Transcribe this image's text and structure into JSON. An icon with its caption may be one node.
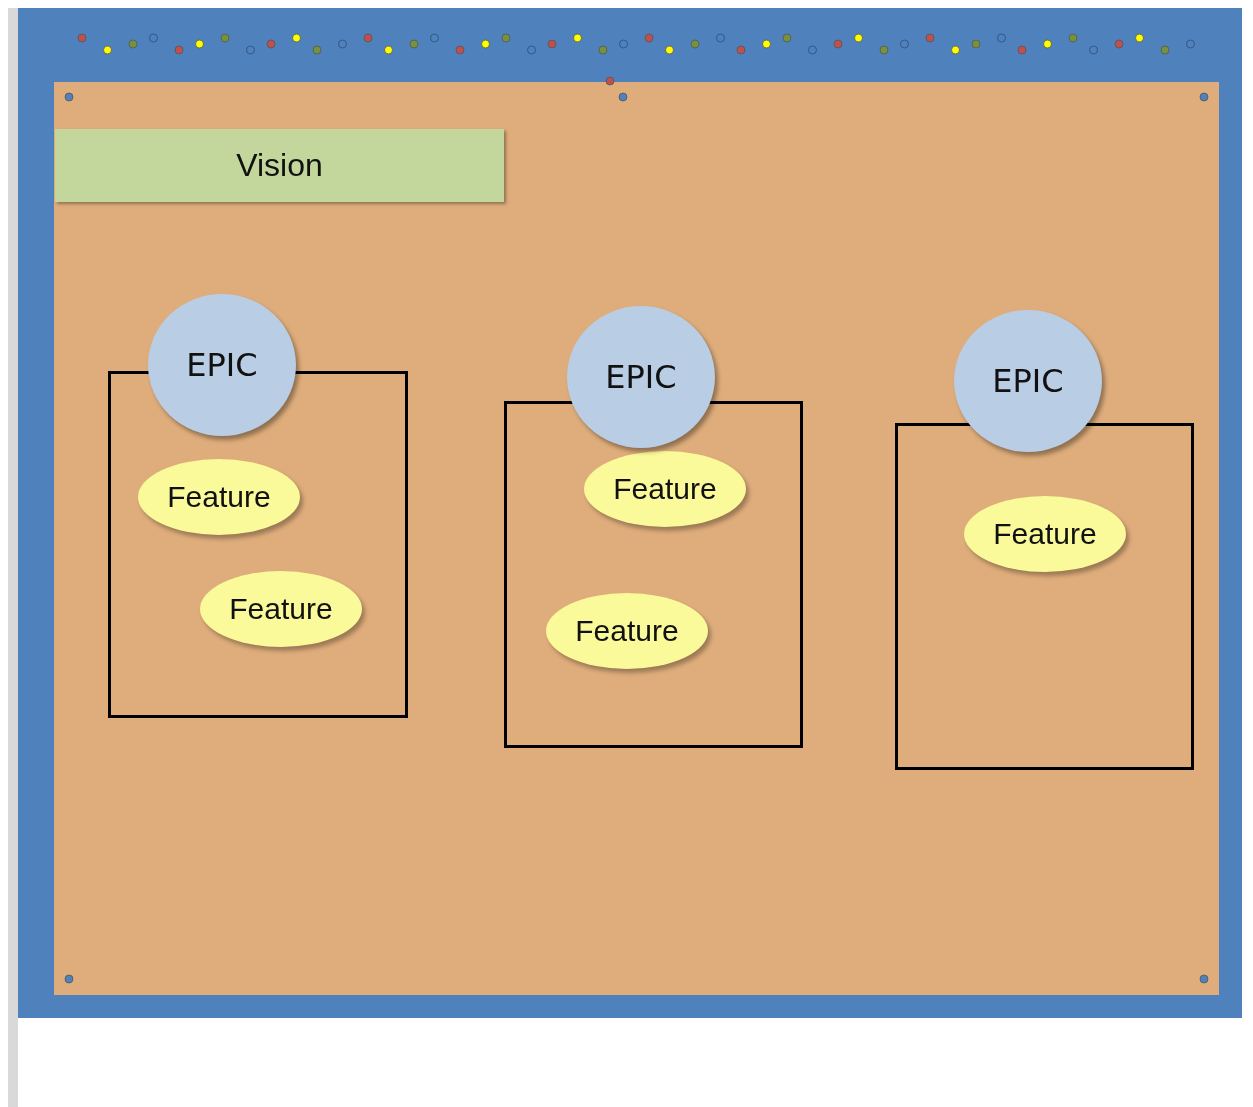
{
  "diagram": {
    "nodes": [
      {
        "text": [
          "Vision"
        ]
      },
      {
        "text": [],
        "shape": "box"
      },
      {
        "text": [
          "EPIC"
        ]
      },
      {
        "text": [
          "Feature"
        ],
        "in": 1
      },
      {
        "text": [
          "Feature"
        ],
        "in": 1
      },
      {
        "text": [],
        "shape": "box"
      },
      {
        "text": [
          "EPIC"
        ]
      },
      {
        "text": [
          "Feature"
        ],
        "in": 5
      },
      {
        "text": [
          "Feature"
        ],
        "in": 5
      },
      {
        "text": [],
        "shape": "box"
      },
      {
        "text": [
          "EPIC"
        ]
      },
      {
        "text": [
          "Feature"
        ],
        "in": 9
      }
    ]
  }
}
